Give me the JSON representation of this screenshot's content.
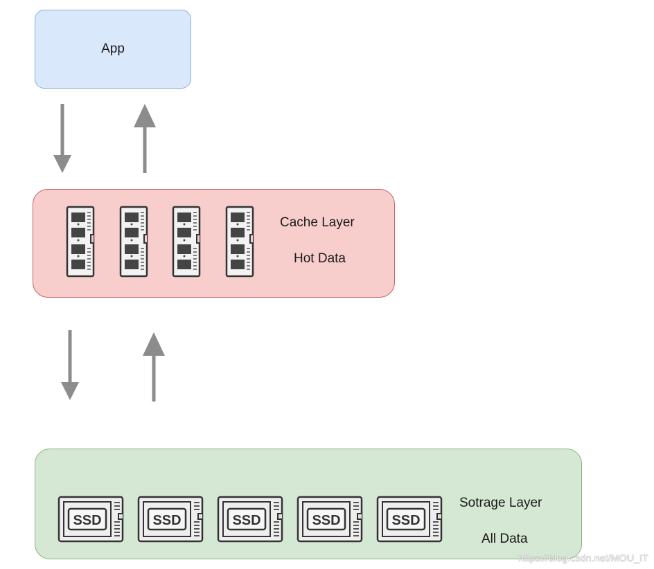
{
  "app": {
    "label": "App"
  },
  "cache": {
    "title": "Cache Layer",
    "subtitle": "Hot Data",
    "ram_module_icon": "ram-module-icon",
    "ram_module_count": 4
  },
  "storage": {
    "title": "Sotrage Layer",
    "subtitle": "All Data",
    "ssd_icon": "ssd-icon",
    "ssd_label": "SSD",
    "ssd_count": 5
  },
  "colors": {
    "app_fill": "#dae8fc",
    "cache_fill": "#f8cecc",
    "storage_fill": "#d5e8d4",
    "arrow": "#8c8c8c"
  },
  "watermark": "https://blog.csdn.net/MOU_IT"
}
